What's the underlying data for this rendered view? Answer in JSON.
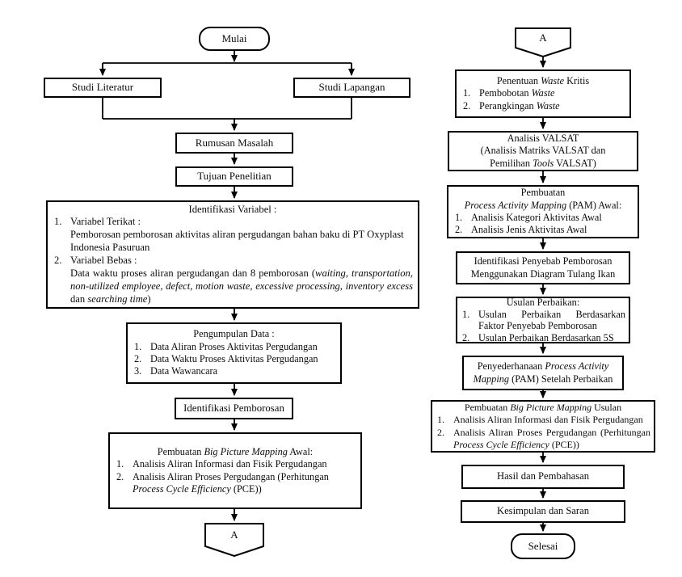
{
  "nodes": {
    "mulai": {
      "label": "Mulai"
    },
    "studi_literatur": {
      "label": "Studi Literatur"
    },
    "studi_lapangan": {
      "label": "Studi Lapangan"
    },
    "rumusan_masalah": {
      "label": "Rumusan Masalah"
    },
    "tujuan_penelitian": {
      "label": "Tujuan Penelitian"
    },
    "identifikasi_variabel": {
      "title": "Identifikasi Variabel :",
      "items": [
        {
          "num": "1.",
          "text": "Variabel Terikat :<br>Pemborosan pemborosan aktivitas aliran pergudangan bahan baku di PT Oxyplast Indonesia Pasuruan"
        },
        {
          "num": "2.",
          "text": "Variabel Bebas :<br>Data waktu proses aliran pergudangan dan 8 pemborosan (<i>waiting, transportation, non-utilized employee, defect, motion waste, excessive processing, inventory excess</i> dan <i>searching time</i>)"
        }
      ]
    },
    "pengumpulan_data": {
      "title": "Pengumpulan Data :",
      "items": [
        {
          "num": "1.",
          "text": "Data Aliran Proses Aktivitas Pergudangan"
        },
        {
          "num": "2.",
          "text": "Data Waktu Proses Aktivitas Pergudangan"
        },
        {
          "num": "3.",
          "text": "Data Wawancara"
        }
      ]
    },
    "identifikasi_pemborosan": {
      "label": "Identifikasi Pemborosan"
    },
    "bpm_awal": {
      "title": "Pembuatan <i>Big Picture Mapping</i> Awal:",
      "items": [
        {
          "num": "1.",
          "text": "Analisis Aliran Informasi dan Fisik Pergudangan"
        },
        {
          "num": "2.",
          "text": "Analisis Aliran Proses Pergudangan (Perhitungan <i>Process Cycle Efficiency</i> (PCE))"
        }
      ]
    },
    "connector_a_left": {
      "label": "A"
    },
    "connector_a_right": {
      "label": "A"
    },
    "penentuan_waste": {
      "title": "Penentuan <i>Waste</i> Kritis",
      "items": [
        {
          "num": "1.",
          "text": "Pembobotan <i>Waste</i>"
        },
        {
          "num": "2.",
          "text": "Perangkingan <i>Waste</i>"
        }
      ]
    },
    "analisis_valsat": {
      "text": "Analisis VALSAT<br>(Analisis Matriks VALSAT dan<br>Pemilihan <i>Tools</i> VALSAT)"
    },
    "pam_awal": {
      "title": "Pembuatan<br><i>Process Activity Mapping</i> (PAM) Awal:",
      "items": [
        {
          "num": "1.",
          "text": "Analisis Kategori Aktivitas Awal"
        },
        {
          "num": "2.",
          "text": "Analisis Jenis Aktivitas Awal"
        }
      ]
    },
    "identifikasi_penyebab": {
      "text": "Identifikasi Penyebab Pemborosan<br>Menggunakan Diagram Tulang Ikan"
    },
    "usulan_perbaikan": {
      "title": "Usulan Perbaikan:",
      "items": [
        {
          "num": "1.",
          "text": "Usulan Perbaikan Berdasarkan Faktor Penyebab Pemborosan"
        },
        {
          "num": "2.",
          "text": "Usulan Perbaikan Berdasarkan 5S"
        }
      ]
    },
    "penyederhanaan": {
      "text": "Penyederhanaan <i>Process Activity<br>Mapping</i> (PAM) Setelah Perbaikan"
    },
    "bpm_usulan": {
      "title": "Pembuatan <i>Big Picture Mapping</i> Usulan",
      "items": [
        {
          "num": "1.",
          "text": "Analisis Aliran Informasi dan Fisik Pergudangan"
        },
        {
          "num": "2.",
          "text": "Analisis Aliran Proses Pergudangan (Perhitungan <i>Process Cycle Efficiency</i> (PCE))"
        }
      ]
    },
    "hasil": {
      "label": "Hasil dan Pembahasan"
    },
    "kesimpulan": {
      "label": "Kesimpulan dan Saran"
    },
    "selesai": {
      "label": "Selesai"
    }
  },
  "colors": {
    "line": "#000000",
    "box_border": "#000000",
    "background": "#ffffff"
  }
}
